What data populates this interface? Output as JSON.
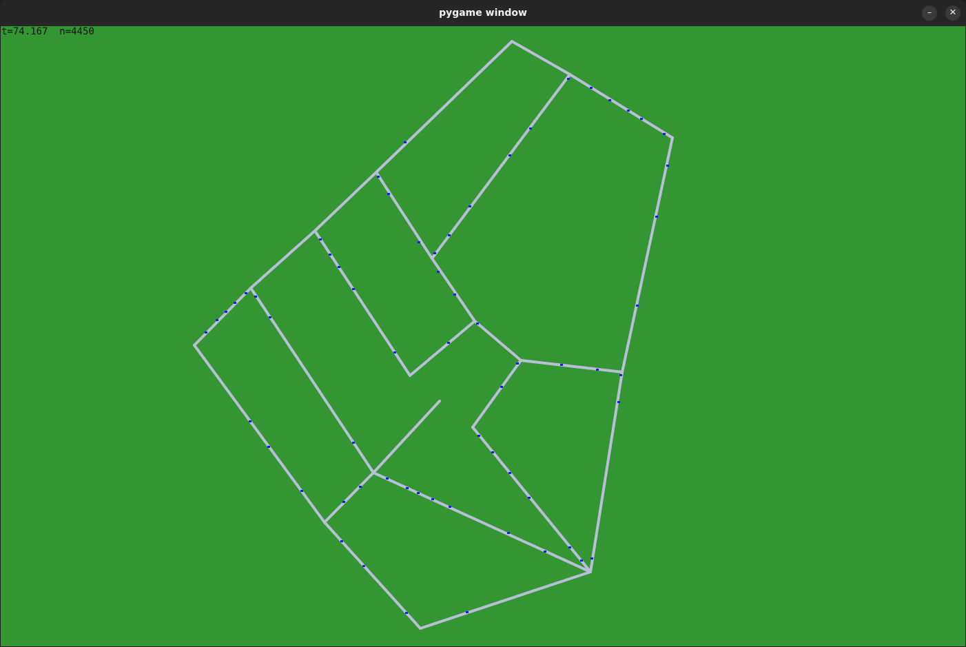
{
  "window": {
    "title": "pygame window",
    "minimize_glyph": "–",
    "close_glyph": "✕"
  },
  "hud": {
    "time_label": "t=74.167",
    "count_label": "n=4450"
  },
  "colors": {
    "background": "#339633",
    "road": "#b9bfd6",
    "vehicle": "#1a1aff"
  }
}
